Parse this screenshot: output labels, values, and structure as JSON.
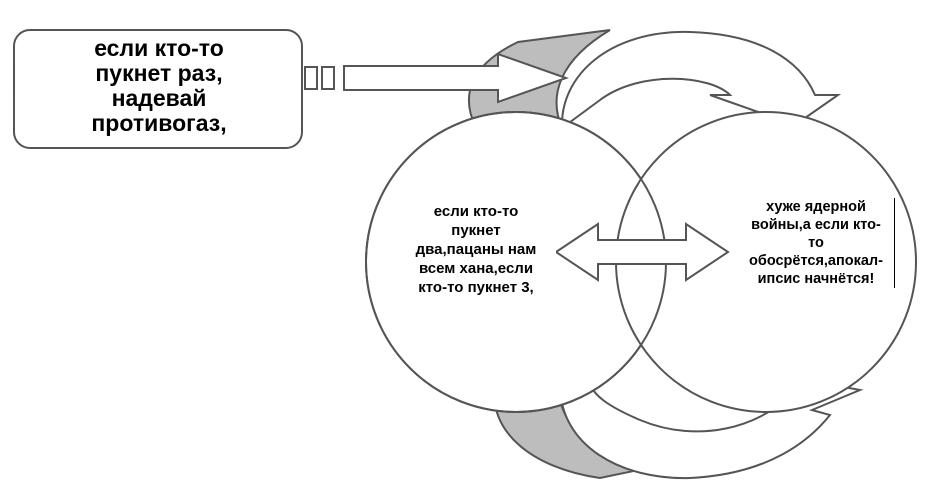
{
  "labels": {
    "top_box": "если кто-то\nпукнет раз,\nнадевай\nпротивогаз,",
    "left_circle": "если кто-то\nпукнет\nдва,пацаны нам\nвсем хана,если\nкто-то пукнет 3,",
    "right_circle": "хуже ядерной\nвойны,а если кто-\nто\nобосрётся,апокал-\nипсис начнётся!"
  },
  "colors": {
    "stroke": "#555555",
    "shade": "#bdbdbd",
    "fill": "#ffffff"
  }
}
